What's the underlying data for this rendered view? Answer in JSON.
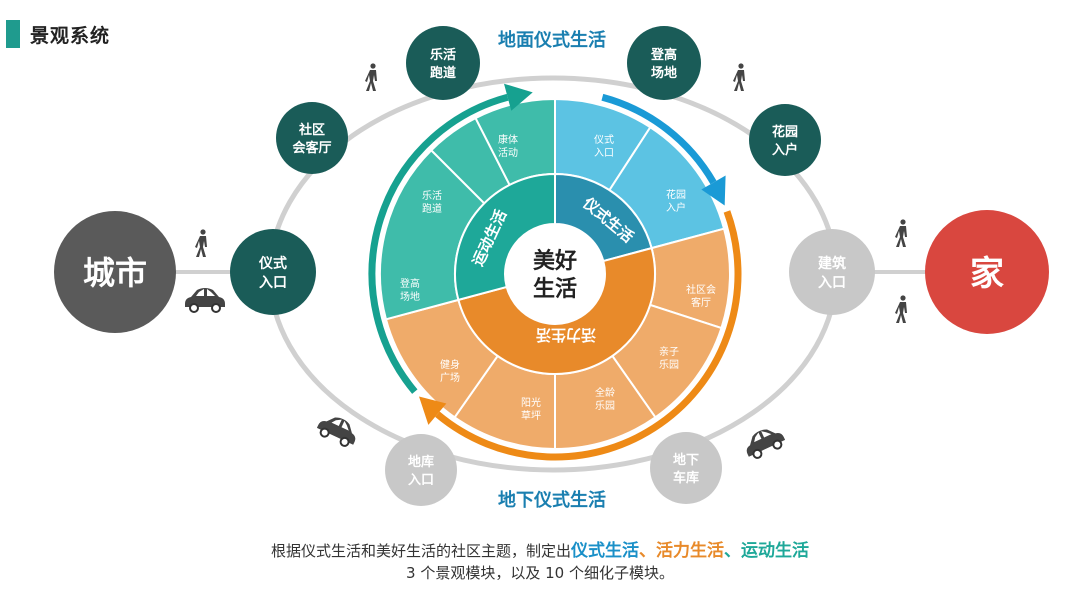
{
  "header": {
    "title": "景观系统",
    "accent_color": "#1f9b8e"
  },
  "labels": {
    "top_arc": "地面仪式生活",
    "bottom_arc": "地下仪式生活"
  },
  "endpoints": {
    "city": {
      "text": "城市",
      "color": "#5a5a5a"
    },
    "home": {
      "text": "家",
      "color": "#d9473f"
    }
  },
  "nodes": {
    "ceremony_entrance": {
      "line1": "仪式",
      "line2": "入口"
    },
    "community_lounge": {
      "line1": "社区",
      "line2": "会客厅"
    },
    "fun_track": {
      "line1": "乐活",
      "line2": "跑道"
    },
    "climb_plaza": {
      "line1": "登高",
      "line2": "场地"
    },
    "garden_entry": {
      "line1": "花园",
      "line2": "入户"
    },
    "building_entrance": {
      "line1": "建筑",
      "line2": "入口"
    },
    "basement_entrance": {
      "line1": "地库",
      "line2": "入口"
    },
    "underground_garage": {
      "line1": "地下",
      "line2": "车库"
    }
  },
  "wheel": {
    "center": {
      "line1": "美好",
      "line2": "生活"
    },
    "inner": {
      "ceremony": "仪式生活",
      "sport": "运动生活",
      "vitality": "活力生活"
    },
    "outer": {
      "ceremony_1": {
        "line1": "仪式",
        "line2": "入口"
      },
      "ceremony_2": {
        "line1": "花园",
        "line2": "入户"
      },
      "sport_1": {
        "line1": "康体",
        "line2": "活动"
      },
      "sport_2": {
        "line1": "乐活",
        "line2": "跑道"
      },
      "sport_3": {
        "line1": "登高",
        "line2": "场地"
      },
      "vitality_1": {
        "line1": "社区会",
        "line2": "客厅"
      },
      "vitality_2": {
        "line1": "亲子",
        "line2": "乐园"
      },
      "vitality_3": {
        "line1": "全龄",
        "line2": "乐园"
      },
      "vitality_4": {
        "line1": "阳光",
        "line2": "草坪"
      },
      "vitality_5": {
        "line1": "健身",
        "line2": "广场"
      }
    }
  },
  "colors": {
    "node_teal": "#1a5c58",
    "node_gray": "#c8c8c8",
    "ring_gray": "#d0d0d0",
    "ceremony_blue": "#3ab4de",
    "sport_teal": "#1ea899",
    "vitality_orange": "#e88a2a"
  },
  "caption": {
    "prefix": "根据仪式生活和美好生活的社区主题，制定出",
    "h1": "仪式生活",
    "sep1": "、",
    "h2": "活力生活",
    "sep2": "、",
    "h3": "运动生活",
    "line2": "3 个景观模块，以及 10 个细化子模块。"
  }
}
